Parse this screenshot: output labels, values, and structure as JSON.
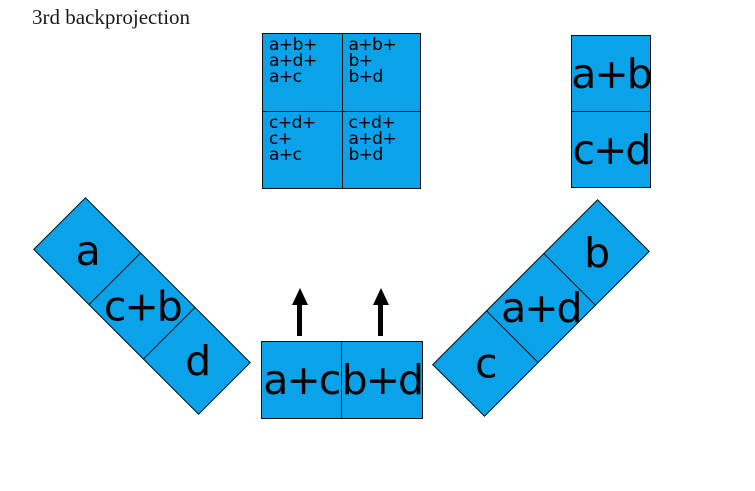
{
  "title": "3rd backprojection",
  "colors": {
    "cell_fill": "#0aa2e8",
    "cell_border": "#101010",
    "arrow": "#000000",
    "background": "#ffffff",
    "text": "#000000"
  },
  "sum_grid": {
    "cells": [
      {
        "lines": [
          "a+b+",
          "a+d+",
          "a+c"
        ]
      },
      {
        "lines": [
          "a+b+",
          "b+",
          "b+d"
        ]
      },
      {
        "lines": [
          "c+d+",
          "c+",
          "a+c"
        ]
      },
      {
        "lines": [
          "c+d+",
          "a+d+",
          "b+d"
        ]
      }
    ]
  },
  "right_projection": {
    "cells": [
      "a+b",
      "c+d"
    ]
  },
  "left_diagonal_strip": {
    "cells": [
      "a",
      "c+b",
      "d"
    ]
  },
  "right_diagonal_strip": {
    "cells": [
      "c",
      "a+d",
      "b"
    ]
  },
  "bottom_projection": {
    "cells": [
      "a+c",
      "b+d"
    ]
  },
  "arrows": {
    "count": 2,
    "direction": "up"
  }
}
